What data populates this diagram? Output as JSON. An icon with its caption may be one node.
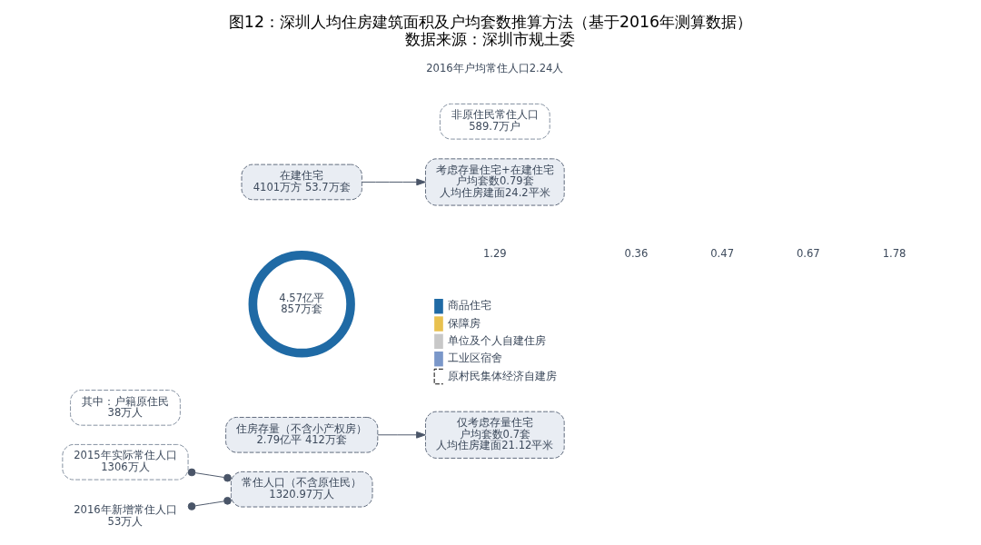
{
  "diagram": {
    "title": "图12：深圳人均住房建筑面积及户均套数推算方法（基于2016年测算数据）",
    "caption": "数据来源：深圳市规土委",
    "nodes": [
      {
        "text": [
          "其中：户籍原住民",
          "38万人"
        ]
      },
      {
        "text": [
          "2015年实际常住人口",
          "1306万人"
        ]
      },
      {
        "text": [
          "2016年新增常住人口",
          "53万人"
        ]
      },
      {
        "text": [
          "常住人口（不含原住民）",
          "1320.97万人"
        ]
      },
      {
        "text": [
          "住房存量（不含小产权房）",
          "2.79亿平 412万套"
        ]
      },
      {
        "text": [
          "4.57亿平",
          "857万套"
        ]
      },
      {
        "text": [
          "在建住宅",
          "4101万方 53.7万套"
        ]
      },
      {
        "text": [
          "非原住民常住人口",
          "589.7万户"
        ]
      },
      {
        "text": [
          "仅考虑存量住宅",
          "户均套数0.7套",
          "人均住房建面21.12平米"
        ]
      },
      {
        "text": [
          "考虑存量住宅+在建住宅",
          "户均套数0.79套",
          "人均住房建面24.2平米"
        ]
      }
    ],
    "edges": [
      {
        "from": 1,
        "to": 3,
        "arrow": "other"
      },
      {
        "from": 2,
        "to": 3,
        "arrow": "other"
      },
      {
        "from": 4,
        "to": 8,
        "arrow": "to"
      },
      {
        "from": 6,
        "to": 9,
        "arrow": "to"
      }
    ],
    "labels": [
      "2016年户均常住人口2.24人",
      "1.29",
      "0.36",
      "0.47",
      "0.67",
      "1.78"
    ],
    "legend": [
      {
        "text": "商品住宅",
        "color": "#1f6aa5"
      },
      {
        "text": "保障房",
        "color": "#e8c14f"
      },
      {
        "text": "单位及个人自建住房",
        "color": "#c8c8c8"
      },
      {
        "text": "工业区宿舍",
        "color": "#7a97c9"
      },
      {
        "text": "原村民集体经济自建房"
      }
    ]
  }
}
